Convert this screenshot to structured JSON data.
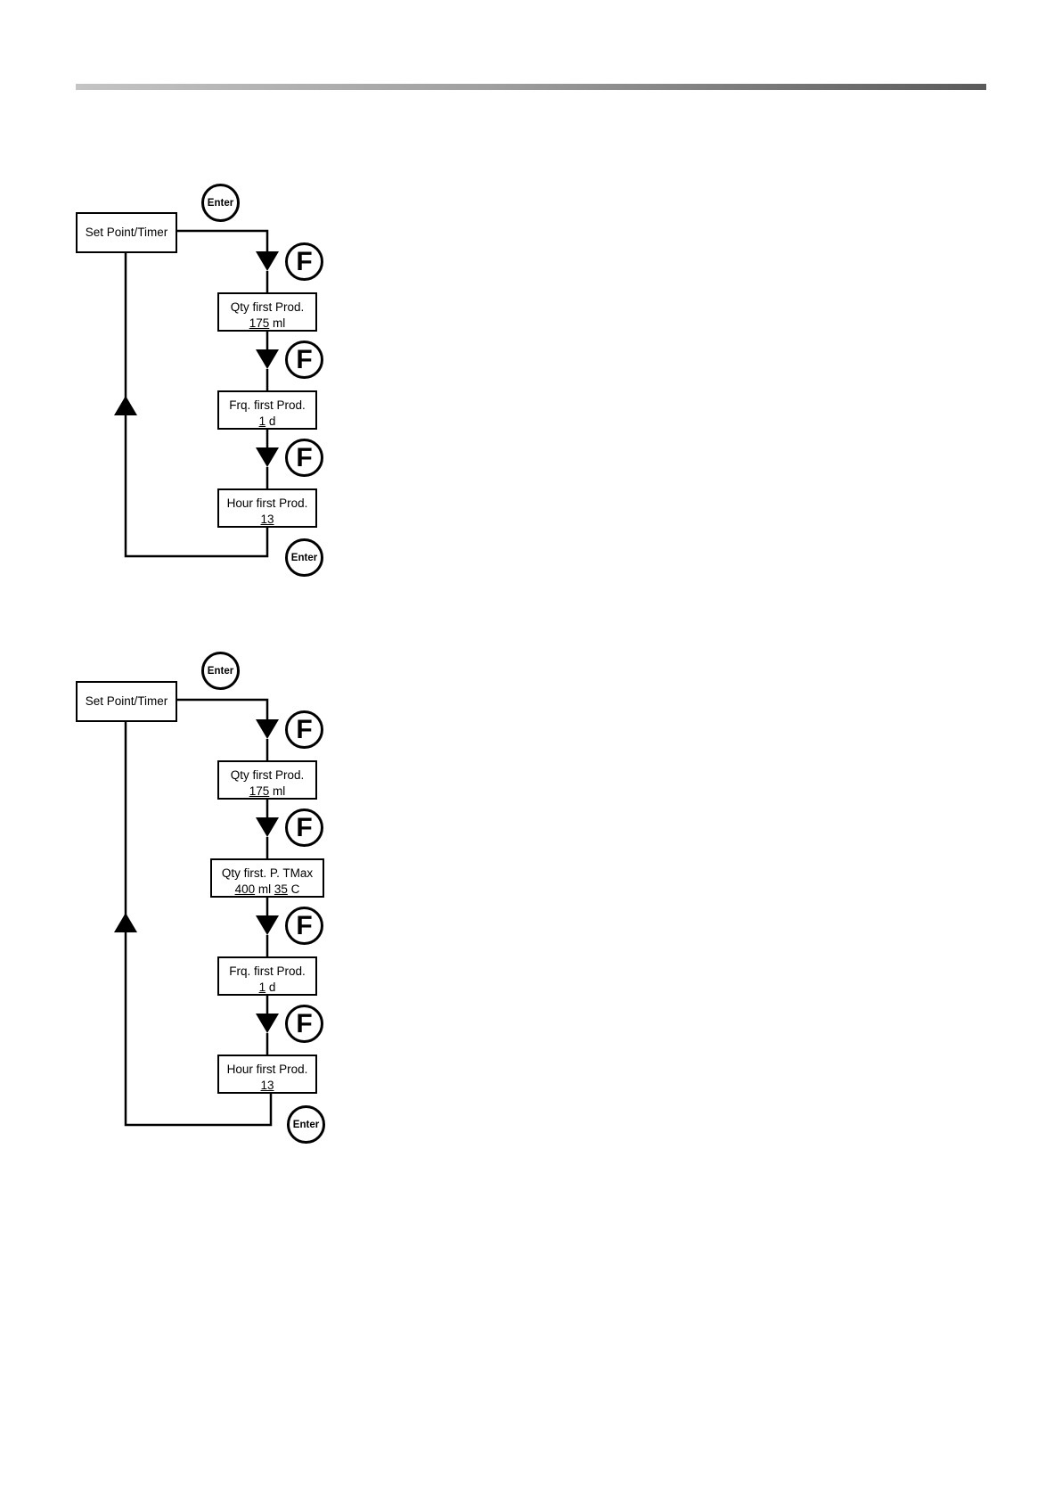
{
  "diagram1": {
    "start_box": "Set Point/Timer",
    "enter_top": "Enter",
    "enter_bottom": "Enter",
    "f_key": "F",
    "steps": [
      {
        "title": "Qty first Prod.",
        "value": "175",
        "unit": "ml"
      },
      {
        "title": "Frq. first Prod.",
        "value": "1",
        "unit": "d"
      },
      {
        "title": "Hour first Prod.",
        "value": "13",
        "unit": ""
      }
    ]
  },
  "diagram2": {
    "start_box": "Set Point/Timer",
    "enter_top": "Enter",
    "enter_bottom": "Enter",
    "f_key": "F",
    "steps": [
      {
        "title": "Qty first Prod.",
        "value": "175",
        "unit": "ml"
      },
      {
        "title": "Qty first. P. TMax",
        "value": "400",
        "unit": "ml",
        "value2": "35",
        "unit2": "C"
      },
      {
        "title": "Frq. first Prod.",
        "value": "1",
        "unit": "d"
      },
      {
        "title": "Hour first Prod.",
        "value": "13",
        "unit": ""
      }
    ]
  }
}
